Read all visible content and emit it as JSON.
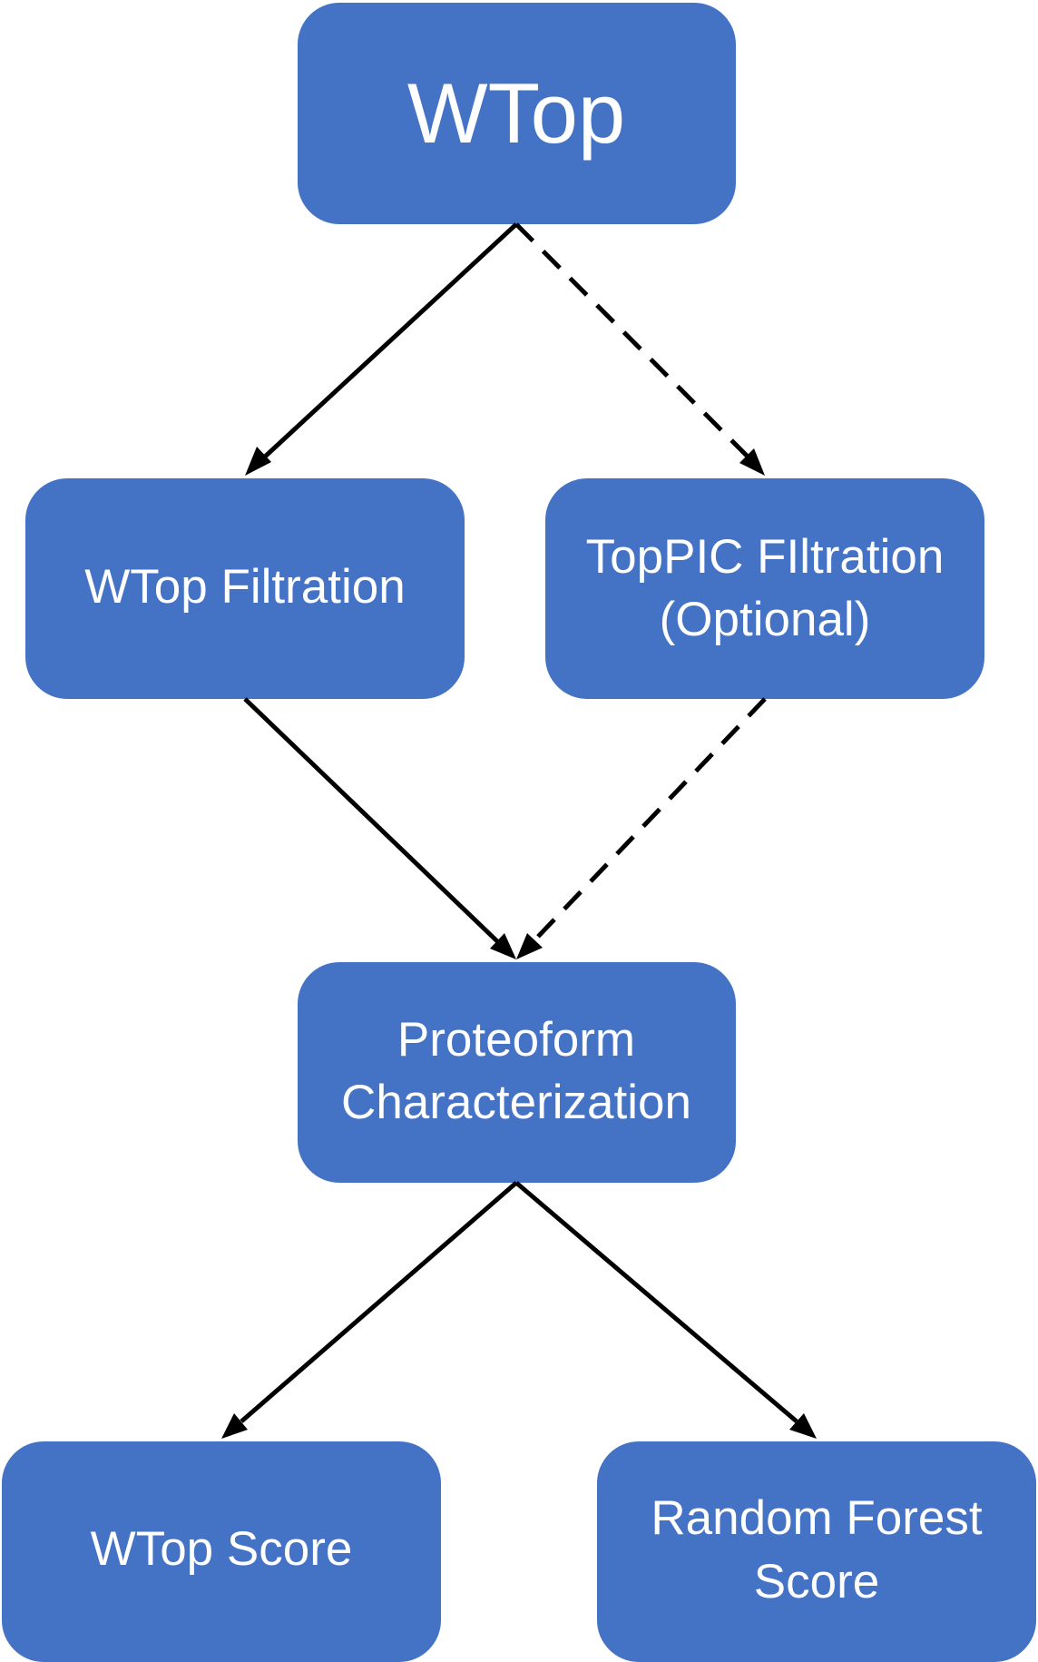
{
  "nodes": {
    "wtop": {
      "lines": [
        "WTop"
      ]
    },
    "wtop_filtration": {
      "lines": [
        "WTop Filtration"
      ]
    },
    "toppic_filtration": {
      "lines": [
        "TopPIC FIltration",
        "(Optional)"
      ]
    },
    "proteoform": {
      "lines": [
        "Proteoform",
        "Characterization"
      ]
    },
    "wtop_score": {
      "lines": [
        "WTop Score"
      ]
    },
    "random_forest": {
      "lines": [
        "Random Forest",
        "Score"
      ]
    }
  },
  "colors": {
    "node_fill": "#4472C4",
    "node_text": "#FFFFFF",
    "arrow": "#000000"
  },
  "edges": [
    {
      "from": "wtop",
      "to": "wtop_filtration",
      "style": "solid"
    },
    {
      "from": "wtop",
      "to": "toppic_filtration",
      "style": "dashed"
    },
    {
      "from": "wtop_filtration",
      "to": "proteoform",
      "style": "solid"
    },
    {
      "from": "toppic_filtration",
      "to": "proteoform",
      "style": "dashed"
    },
    {
      "from": "proteoform",
      "to": "wtop_score",
      "style": "solid"
    },
    {
      "from": "proteoform",
      "to": "random_forest",
      "style": "solid"
    }
  ]
}
